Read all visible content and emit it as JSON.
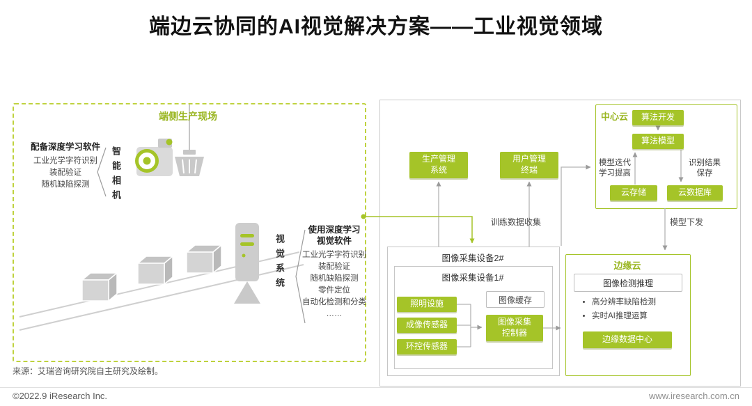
{
  "title": "端边云协同的AI视觉解决方案——工业视觉领域",
  "colors": {
    "accent_green": "#a5c428",
    "line_gray": "#b3b3b3"
  },
  "icons": {
    "camera": "smart-camera-icon",
    "basket": "hanging-basket-icon",
    "package": "package-box-icon",
    "server": "vision-server-icon",
    "conveyor": "conveyor-belt-icon"
  },
  "left_panel": {
    "title": "端侧生产现场",
    "camera_block": {
      "heading": "配备深度学习软件",
      "items": [
        "工业光学字符识别",
        "装配验证",
        "随机缺陷探测"
      ],
      "device_label": "智能相机"
    },
    "vision_block": {
      "heading_lines": [
        "使用深度学习",
        "视觉软件"
      ],
      "items": [
        "工业光学字符识别",
        "装配验证",
        "随机缺陷探测",
        "零件定位",
        "自动化检测和分类",
        "……"
      ],
      "device_label": "视觉系统"
    }
  },
  "right_panel": {
    "production_button_lines": [
      "生产管理",
      "系统"
    ],
    "user_button_lines": [
      "用户管理",
      "终端"
    ],
    "flow": {
      "train_label": "训练数据收集",
      "deploy_label": "模型下发"
    },
    "center_cloud": {
      "title": "中心云",
      "algo_dev": "算法开发",
      "algo_model": "算法模型",
      "storage": "云存储",
      "database": "云数据库",
      "left_note_lines": [
        "模型迭代",
        "学习提高"
      ],
      "right_note_lines": [
        "识别结果",
        "保存"
      ]
    },
    "capture": {
      "device2_label": "图像采集设备2#",
      "device1_label": "图像采集设备1#",
      "sensors": [
        "照明设施",
        "成像传感器",
        "环控传感器"
      ],
      "cache_label": "图像缓存",
      "controller_lines": [
        "图像采集",
        "控制器"
      ]
    },
    "edge_cloud": {
      "title": "边缘云",
      "inference_label": "图像检测推理",
      "bullets": [
        "高分辨率缺陷检测",
        "实时AI推理运算"
      ],
      "datacenter_button": "边缘数据中心"
    }
  },
  "footer": {
    "source": "来源：艾瑞咨询研究院自主研究及绘制。",
    "copyright": "©2022.9 iResearch Inc.",
    "website": "www.iresearch.com.cn"
  }
}
